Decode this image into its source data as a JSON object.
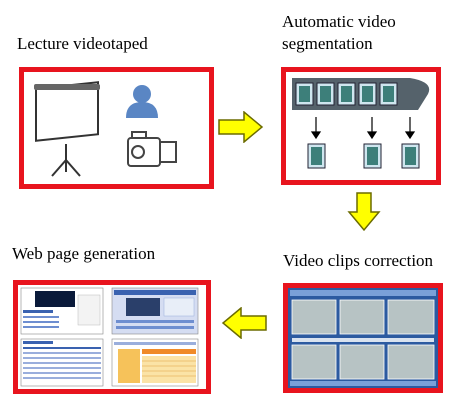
{
  "steps": [
    {
      "id": "lecture",
      "label": "Lecture videotaped"
    },
    {
      "id": "segmentation",
      "label_line1": "Automatic video",
      "label_line2": "segmentation"
    },
    {
      "id": "correction",
      "label": "Video clips correction"
    },
    {
      "id": "webpage",
      "label": "Web page generation"
    }
  ],
  "colors": {
    "frame": "#e8141e",
    "arrow_fill": "#ffff00",
    "arrow_stroke": "#6b6b00",
    "film": "#55626b",
    "screen": "#cfe6ef",
    "person": "#5a86c4"
  },
  "icons": [
    "projector-screen-icon",
    "person-icon",
    "video-camera-icon",
    "film-strip-icon",
    "screenshot-thumbnails"
  ]
}
